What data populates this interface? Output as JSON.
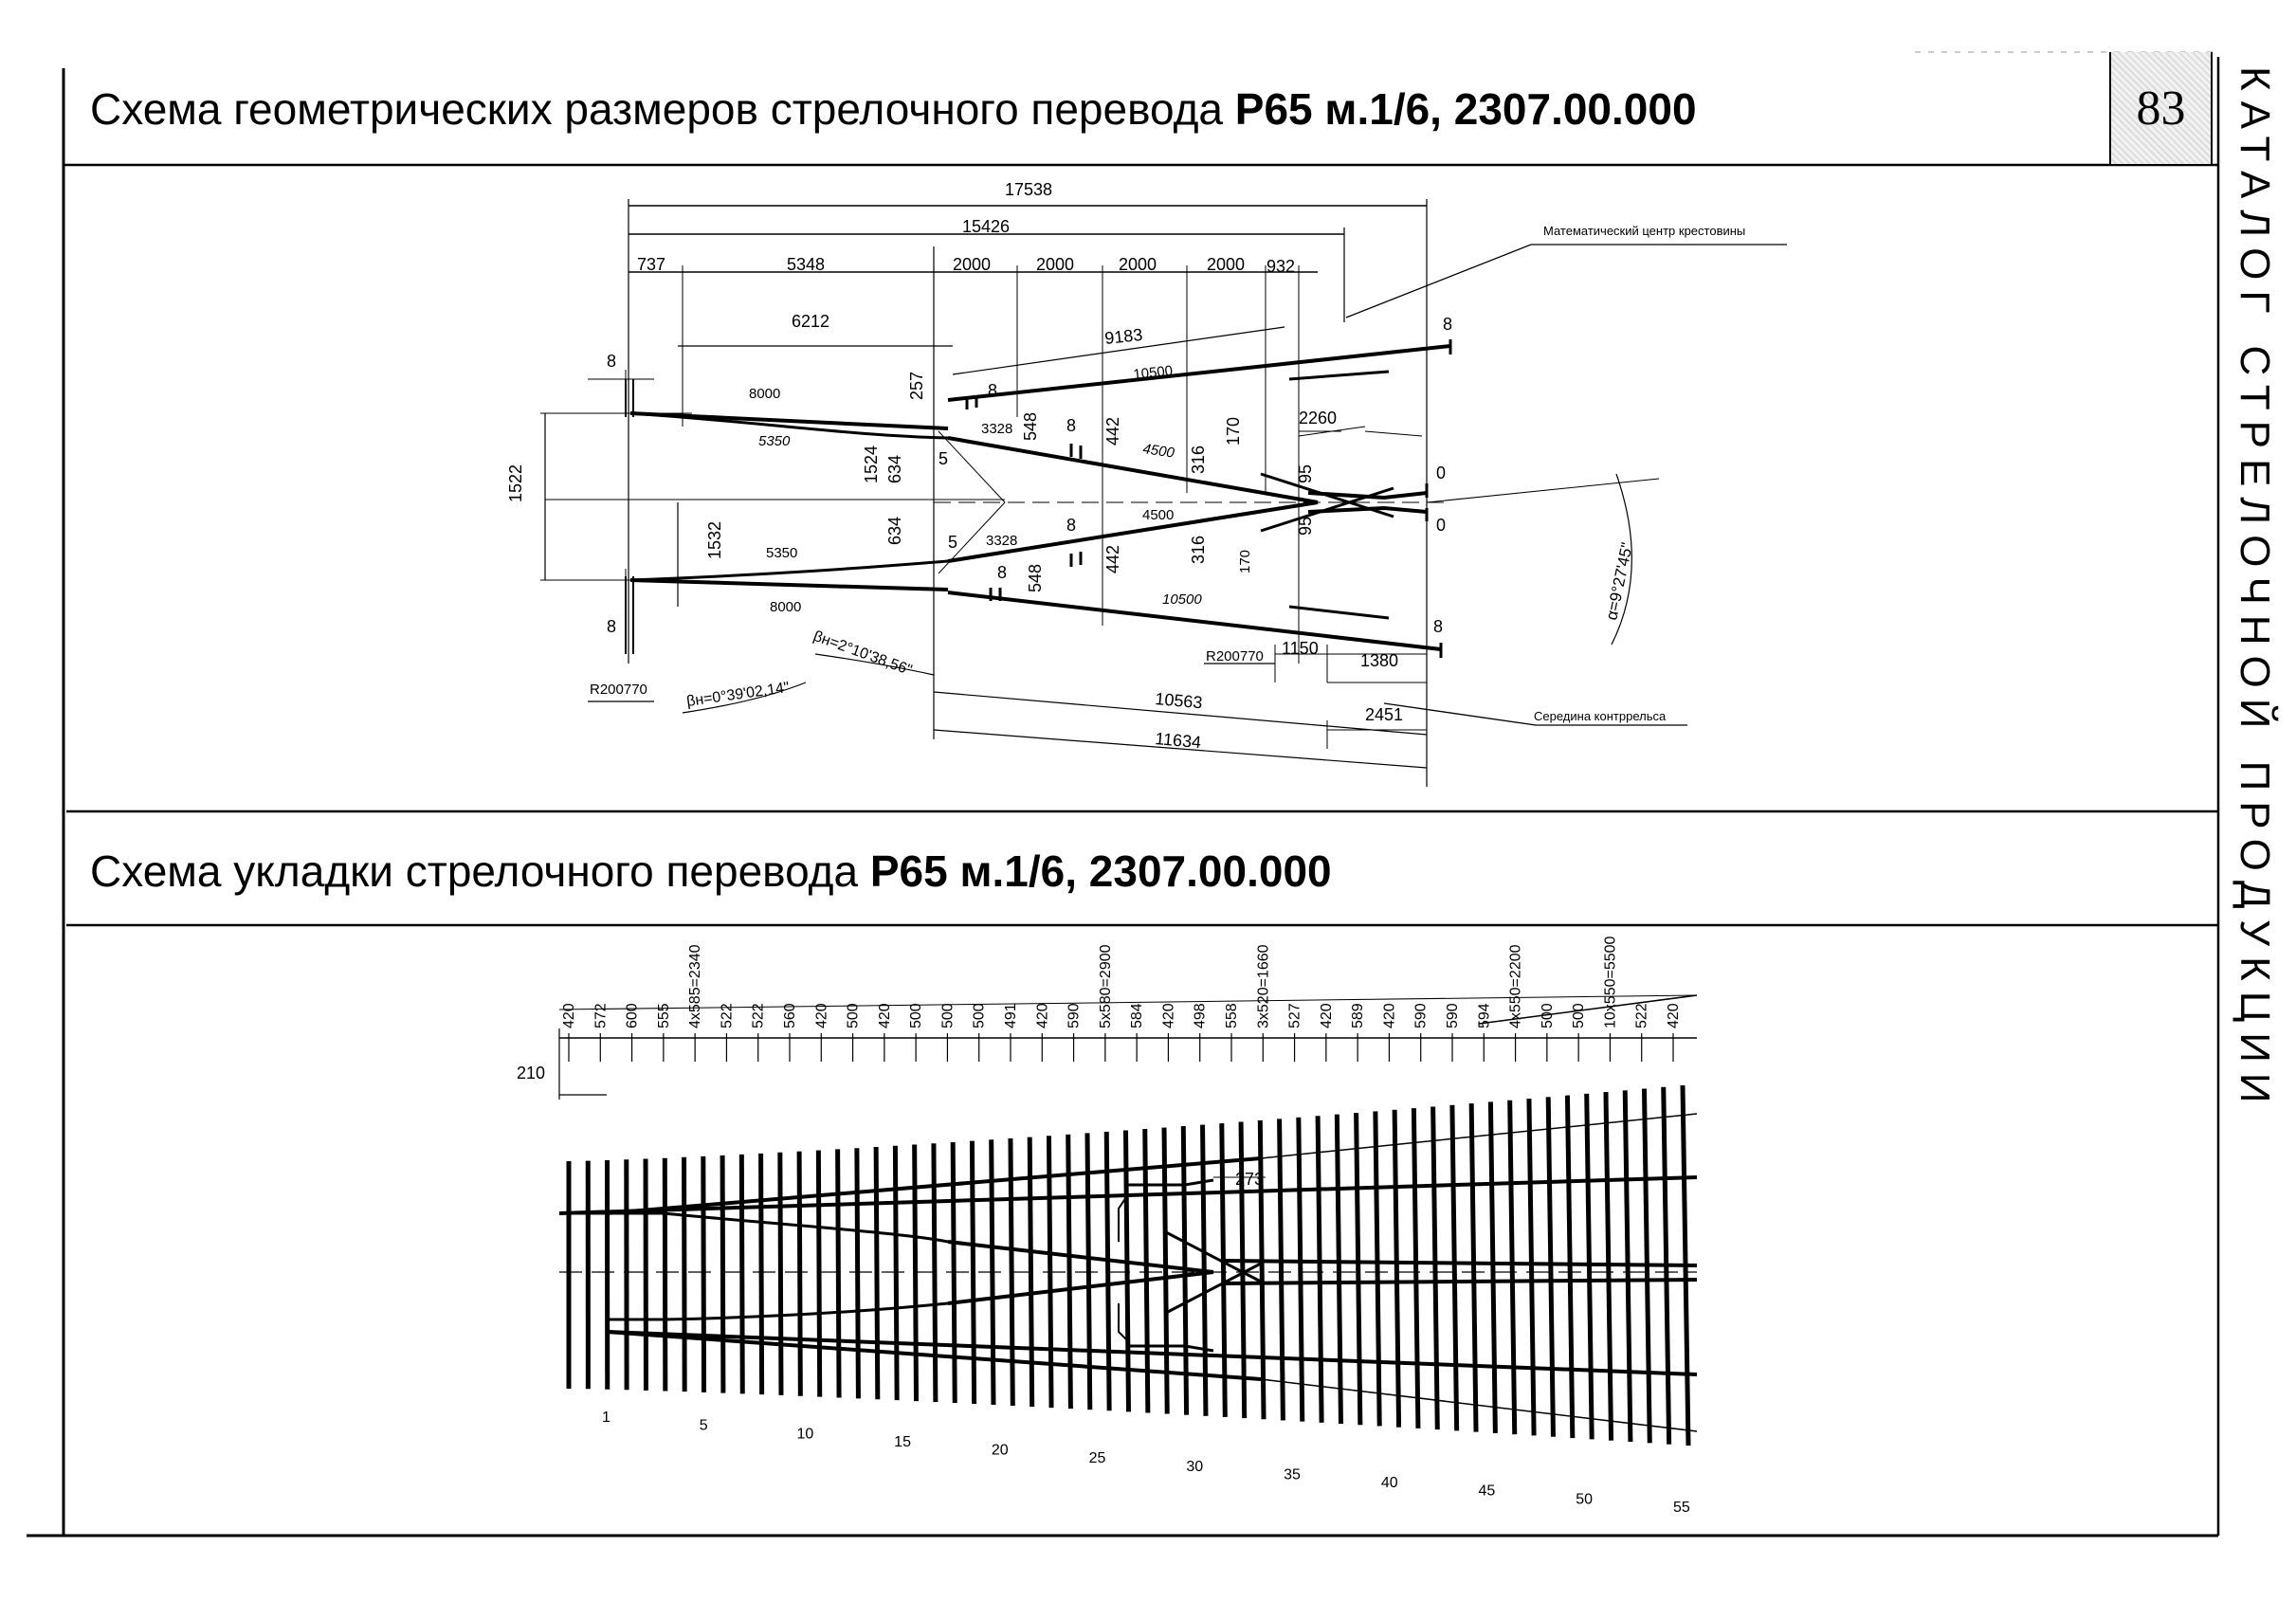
{
  "page": {
    "number": "83",
    "vertical_caption": "КАТАЛОГ СТРЕЛОЧНОЙ ПРОДУКЦИИ"
  },
  "section1": {
    "title_plain": "Схема геометрических размеров стрелочного перевода ",
    "title_bold": "Р65 м.1/6, 2307.00.000",
    "dims_top": {
      "overall": "17538",
      "second": "15426",
      "segments": [
        "737",
        "5348",
        "2000",
        "2000",
        "2000",
        "2000",
        "932"
      ],
      "d6212": "6212",
      "d9183": "9183",
      "d10500_top": "10500"
    },
    "labels_left": {
      "eight_top": "8",
      "eight_bottom": "8",
      "d1522": "1522",
      "d1532": "1532",
      "d1524": "1524",
      "d634_top": "634",
      "d634_bottom": "634",
      "d257": "257",
      "d8000_top": "8000",
      "d8000_bottom": "8000",
      "d5350_top": "5350",
      "d5350_bottom": "5350",
      "d5": "5",
      "d5b": "5"
    },
    "labels_mid": {
      "d3328_top": "3328",
      "d3328_bottom": "3328",
      "d548_top": "548",
      "d548_bottom": "548",
      "eight_a": "8",
      "eight_b": "8",
      "eight_c": "8",
      "eight_d": "8",
      "d442_top": "442",
      "d442_bottom": "442",
      "d4500_top": "4500",
      "d4500_bottom": "4500",
      "d316_top": "316",
      "d316_bottom": "316",
      "d170_top": "170",
      "d170_bottom": "170",
      "d95_top": "95",
      "d95_bottom": "95",
      "d2260": "2260",
      "d10500_bottom": "10500"
    },
    "labels_right": {
      "eight_top": "8",
      "eight_bottom": "8",
      "zero_top": "0",
      "zero_bottom": "0",
      "alpha": "α=9°27'45\"",
      "math_center": "Математический центр крестовины",
      "counter_rail_mid": "Середина контррельса"
    },
    "labels_bottom": {
      "r_left": "R200770",
      "r_right": "R200770",
      "beta_n1": "βн=0°39'02,14\"",
      "beta_n2": "βн=2°10'38,56\"",
      "d1150": "1150",
      "d1380": "1380",
      "d2451": "2451",
      "d10563": "10563",
      "d11634": "11634"
    }
  },
  "section2": {
    "title_plain": "Схема укладки стрелочного перевода ",
    "title_bold": "Р65 м.1/6, 2307.00.000",
    "d210": "210",
    "d273": "273",
    "spacing_labels": [
      "420",
      "572",
      "600",
      "555",
      "4x585=2340",
      "522",
      "522",
      "560",
      "420",
      "500",
      "420",
      "500",
      "500",
      "500",
      "491",
      "420",
      "590",
      "5x580=2900",
      "584",
      "420",
      "498",
      "558",
      "3x520=1660",
      "527",
      "420",
      "589",
      "420",
      "590",
      "590",
      "594",
      "4x550=2200",
      "500",
      "500",
      "10x550=5500",
      "522",
      "420"
    ],
    "tie_numbers": [
      "1",
      "5",
      "10",
      "15",
      "20",
      "25",
      "30",
      "35",
      "40",
      "45",
      "50",
      "55"
    ]
  }
}
